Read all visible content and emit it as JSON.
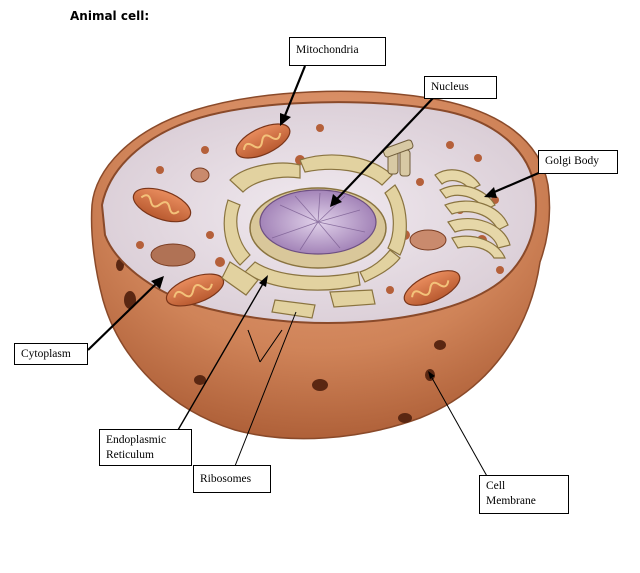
{
  "title": "Animal cell:",
  "labels": {
    "mitochondria": "Mitochondria",
    "nucleus": "Nucleus",
    "golgi": "Golgi Body",
    "cytoplasm": "Cytoplasm",
    "er_line1": "Endoplasmic",
    "er_line2": "Reticulum",
    "ribosomes": "Ribosomes",
    "membrane_line1": "Cell",
    "membrane_line2": "Membrane"
  },
  "colors": {
    "membrane_outer": "#c97d54",
    "membrane_dark": "#9a4f2c",
    "cytoplasm": "#e9dfe6",
    "nucleus": "#b79cc6",
    "er": "#e2d2a0",
    "mitochondria": "#d9774d"
  }
}
